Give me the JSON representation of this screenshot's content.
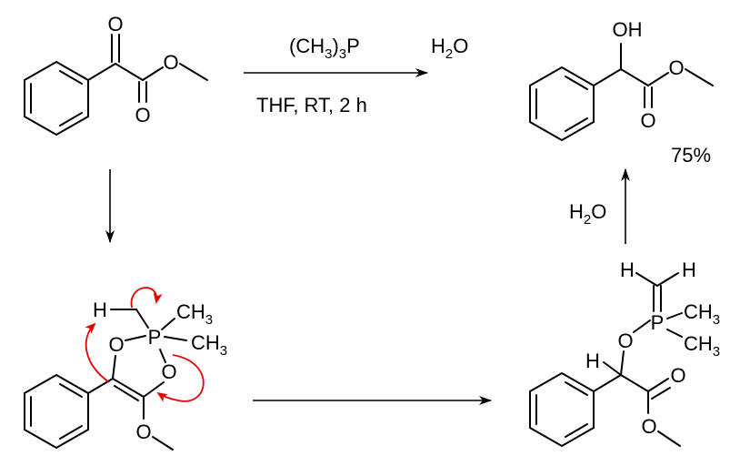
{
  "reaction": {
    "reagent_line1": "(CH3)3P",
    "reagent_line1_parts": {
      "pre": "(CH",
      "sub1": "3",
      "mid": ")",
      "sub2": "3",
      "post": "P"
    },
    "reagent_water_parts": {
      "pre": "H",
      "sub": "2",
      "post": "O"
    },
    "conditions": "THF, RT, 2 h",
    "yield": "75%",
    "workup_water_parts": {
      "pre": "H",
      "sub": "2",
      "post": "O"
    }
  },
  "atoms": {
    "O": "O",
    "OH": "OH",
    "H": "H",
    "P": "P",
    "CH3_pre": "CH",
    "CH3_sub": "3"
  },
  "colors": {
    "bond": "#000000",
    "mechanism_arrow": "#e60000"
  }
}
